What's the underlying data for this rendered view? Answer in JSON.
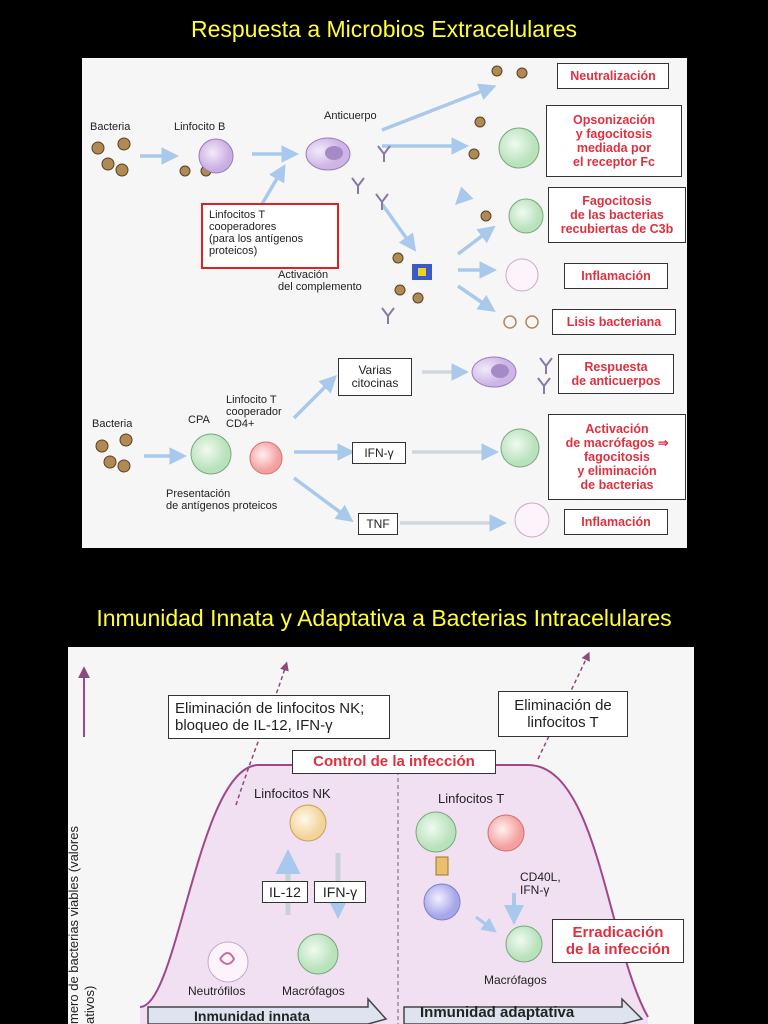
{
  "top": {
    "title": "Respuesta a Microbios Extracelulares",
    "labels": {
      "bacteria_1": "Bacteria",
      "linfocito_b": "Linfocito B",
      "anticuerpo": "Anticuerpo",
      "helper_box": "Linfocitos T\ncooperadores\n(para los antígenos\nproteicos)",
      "activacion": "Activación\ndel complemento",
      "bacteria_2": "Bacteria",
      "cpa": "CPA",
      "linfocito_t": "Linfocito T\ncooperador\nCD4+",
      "presentacion": "Presentación\nde antígenos proteicos",
      "varias": "Varias\ncitocinas",
      "ifn": "IFN-γ",
      "tnf": "TNF"
    },
    "outcomes": [
      "Neutralización",
      "Opsonización\ny fagocitosis\nmediada por\nel receptor Fc",
      "Fagocitosis\nde las bacterias\nrecubiertas de C3b",
      "Inflamación",
      "Lisis bacteriana",
      "Respuesta\nde anticuerpos",
      "Activación\nde macrófagos ⇒\nfagocitosis\ny eliminación\nde bacterias",
      "Inflamación"
    ]
  },
  "bottom": {
    "title": "Inmunidad Innata y Adaptativa a Bacterias Intracelulares",
    "y_axis": "mero de bacterias viables (valores\nativos)",
    "nk_box": "Eliminación de linfocitos NK;\nbloqueo de IL-12, IFN-γ",
    "t_box": "Eliminación de\nlinfocitos T",
    "control": "Control de la infección",
    "nk": "Linfocitos NK",
    "lt": "Linfocitos T",
    "il12": "IL-12",
    "ifn": "IFN-γ",
    "cd40": "CD40L,\nIFN-γ",
    "neutro": "Neutrófilos",
    "macro1": "Macrófagos",
    "macro2": "Macrófagos",
    "erradicacion": "Erradicación\nde la infección",
    "innata": "Inmunidad innata",
    "adaptativa": "Inmunidad adaptativa"
  },
  "colors": {
    "title": "#ffff33",
    "outcome_text": "#e03040",
    "arrow": "#a8c8ec",
    "helper_border": "#dd2222"
  }
}
